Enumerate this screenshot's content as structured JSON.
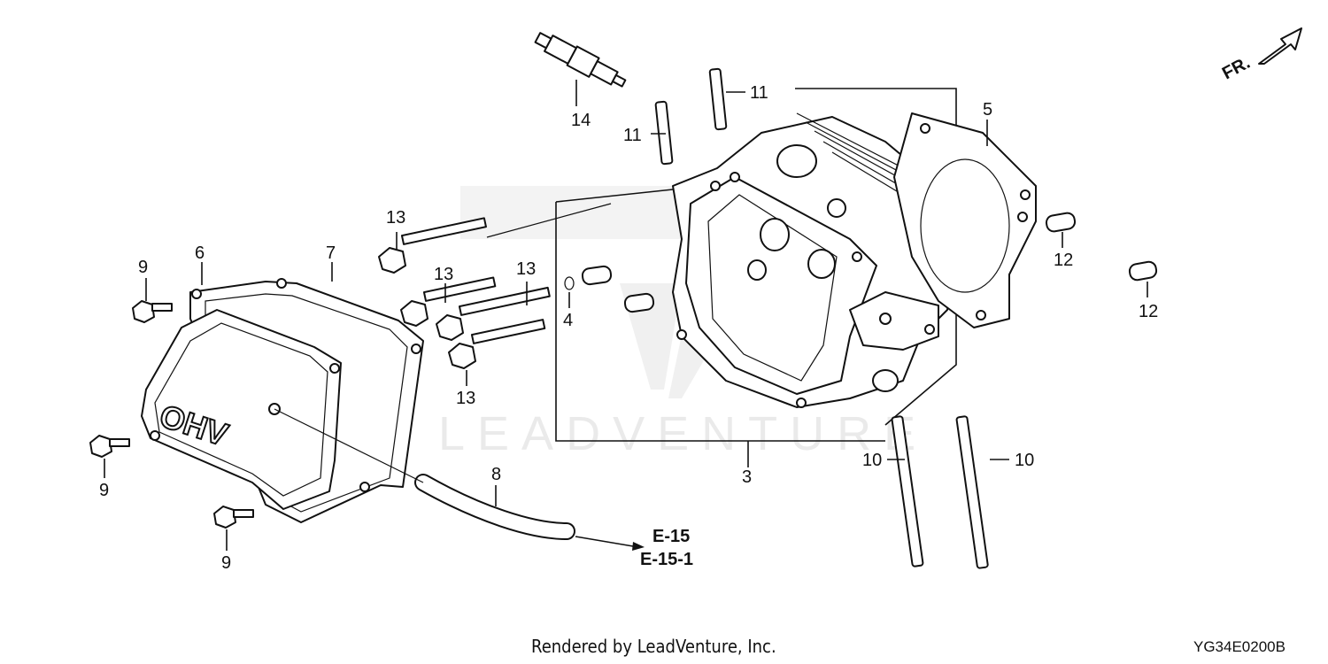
{
  "diagram": {
    "watermark": "LEADVENTURE",
    "orientation_label": "FR.",
    "callouts": {
      "c3": "3",
      "c4": "4",
      "c5": "5",
      "c6": "6",
      "c7": "7",
      "c8": "8",
      "c9a": "9",
      "c9b": "9",
      "c9c": "9",
      "c10a": "10",
      "c10b": "10",
      "c11a": "11",
      "c11b": "11",
      "c12a": "12",
      "c12b": "12",
      "c13a": "13",
      "c13b": "13",
      "c13c": "13",
      "c13d": "13",
      "c14": "14"
    },
    "references": {
      "ref1": "E-15",
      "ref2": "E-15-1"
    },
    "icons": [
      "fr-arrow-icon",
      "leadventure-logo-watermark"
    ]
  },
  "footer": {
    "rendered_by": "Rendered by LeadVenture, Inc.",
    "diagram_code": "YG34E0200B"
  }
}
